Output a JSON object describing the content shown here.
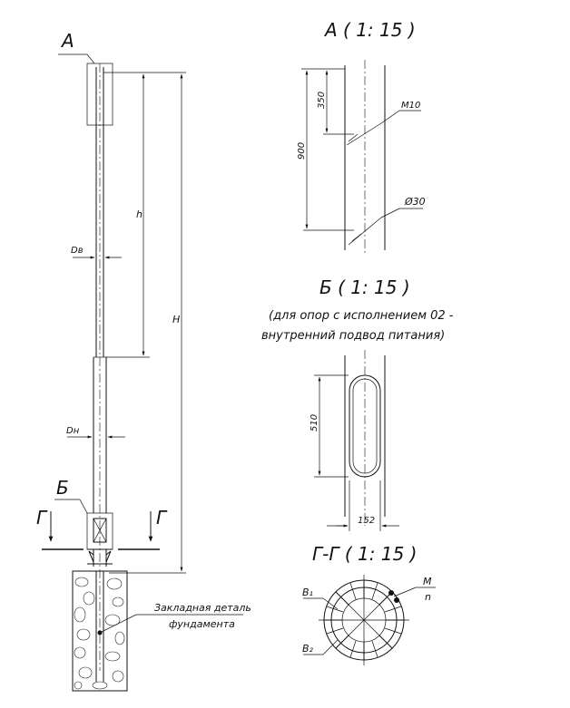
{
  "main_view": {
    "callout_a": "А",
    "callout_b": "Б",
    "section_left": "Г",
    "section_right": "Г",
    "dim_dv": "Dв",
    "dim_h": "h",
    "dim_H": "H",
    "dim_dn": "Dн",
    "embed_label_line1": "Закладная деталь",
    "embed_label_line2": "фундамента"
  },
  "view_a": {
    "title": "А ( 1: 15 )",
    "dim_350": "350",
    "dim_900": "900",
    "thread": "M10",
    "hole": "Ø30"
  },
  "view_b": {
    "title": "Б ( 1: 15 )",
    "note_line1": "(для опор с исполнением 02 -",
    "note_line2": "внутренний подвод питания)",
    "dim_510": "510",
    "dim_152": "152"
  },
  "section_g": {
    "title": "Г-Г ( 1: 15 )",
    "label_b1": "В₁",
    "label_b2": "В₂",
    "label_m": "M",
    "label_n": "n"
  }
}
